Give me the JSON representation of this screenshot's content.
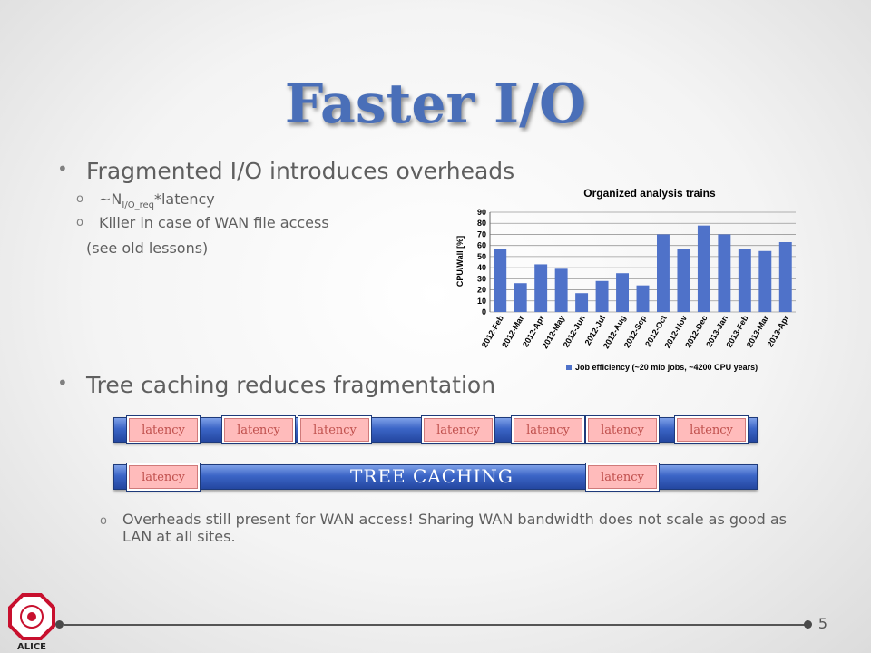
{
  "slide": {
    "title": "Faster I/O",
    "page_number": "5",
    "bullets": [
      {
        "text": "Fragmented I/O introduces overheads"
      },
      {
        "text": "Tree caching reduces fragmentation"
      }
    ],
    "sub1": {
      "formula_prefix": "~N",
      "formula_subscript": "I/O_req",
      "formula_suffix": "*latency",
      "killer": "Killer in case of WAN file access",
      "see_old": "(see old lessons)"
    },
    "sub2": {
      "overheads": "Overheads still present for WAN access! Sharing WAN bandwidth does not scale as good as LAN at all sites."
    },
    "latency_label": "latency",
    "tree_caching_label": "TREE CACHING",
    "logo_text": "ALICE"
  },
  "chart_data": {
    "type": "bar",
    "title": "Organized analysis trains",
    "ylabel": "CPU/Wall   [%]",
    "categories": [
      "2012-Feb",
      "2012-Mar",
      "2012-Apr",
      "2012-May",
      "2012-Jun",
      "2012-Jul",
      "2012-Aug",
      "2012-Sep",
      "2012-Oct",
      "2012-Nov",
      "2012-Dec",
      "2013-Jan",
      "2013-Feb",
      "2013-Mar",
      "2013-Apr"
    ],
    "series": [
      {
        "name": "Job efficiency (~20 mio jobs, ~4200 CPU years)",
        "values": [
          57,
          26,
          43,
          39,
          17,
          28,
          35,
          24,
          70,
          57,
          78,
          70,
          57,
          55,
          63
        ]
      }
    ],
    "ylim": [
      0,
      90
    ],
    "yticks": [
      "0",
      "10",
      "20",
      "30",
      "40",
      "50",
      "60",
      "70",
      "80",
      "90"
    ],
    "grid": true,
    "legend": "bottom",
    "bar_color": "#4f72c9"
  }
}
